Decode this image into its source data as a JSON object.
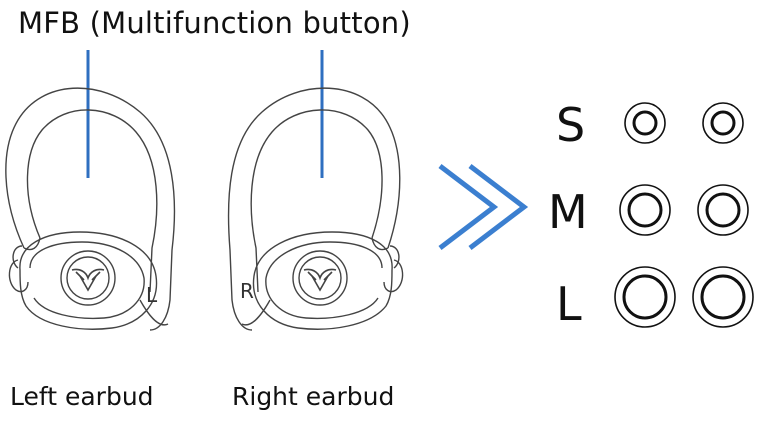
{
  "diagram": {
    "callout_label": "MFB (Multifunction button)",
    "left_caption": "Left earbud",
    "right_caption": "Right earbud",
    "left_bud_letter": "L",
    "right_bud_letter": "R",
    "tip_sizes": [
      {
        "label": "S"
      },
      {
        "label": "M"
      },
      {
        "label": "L"
      }
    ],
    "colors": {
      "callout_line": "#2f6fc0",
      "arrow": "#3b7fd0",
      "outline": "#444444"
    },
    "icons": [
      "double-chevron-right-icon",
      "ear-tip-icon"
    ]
  }
}
